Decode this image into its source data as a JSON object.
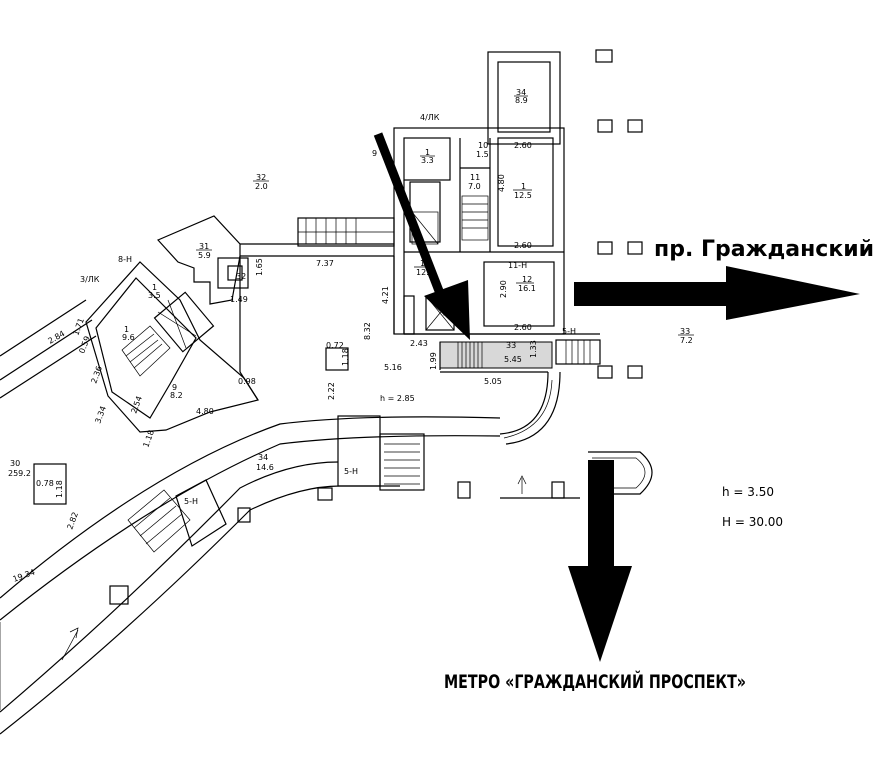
{
  "street_label": "пр. Гражданский",
  "metro_label": "МЕТРО «ГРАЖДАНСКИЙ ПРОСПЕКТ»",
  "heights": {
    "h_main": "h = 2.85",
    "h_right": "h  =  3.50",
    "H_right": "H  =  30.00"
  },
  "rooms": [
    {
      "id": "34",
      "area": "8.9"
    },
    {
      "id": "1",
      "area": "3.3"
    },
    {
      "id": "10",
      "area": "1.5"
    },
    {
      "id": "11",
      "area": "7.0"
    },
    {
      "id": "1",
      "area": "12.5"
    },
    {
      "id": "13",
      "area": "12.2"
    },
    {
      "id": "12",
      "area": "16.1"
    },
    {
      "id": "33",
      "area": "5.45"
    },
    {
      "id": "33",
      "area": "7.2"
    },
    {
      "id": "32",
      "area": "2.0"
    },
    {
      "id": "31",
      "area": "5.9"
    },
    {
      "id": "32",
      "area": ""
    },
    {
      "id": "1",
      "area": "3.5"
    },
    {
      "id": "1",
      "area": "9.6"
    },
    {
      "id": "9",
      "area": "8.2"
    },
    {
      "id": "30",
      "area": "259.2"
    },
    {
      "id": "34",
      "area": "14.6"
    }
  ],
  "room_codes": [
    "4/ЛК",
    "11-Н",
    "5-Н",
    "5-Н",
    "5-Н",
    "3/ЛК",
    "8-Н",
    "9"
  ],
  "dimensions": [
    "2.60",
    "4.80",
    "2.60",
    "2.90",
    "2.60",
    "7.37",
    "1.65",
    "1.49",
    "4.21",
    "8.32",
    "2.43",
    "1.33",
    "1.99",
    "5.05",
    "0.72",
    "1.18",
    "5.16",
    "2.22",
    "0.98",
    "4.80",
    "2.54",
    "3.34",
    "2.84",
    "1.71",
    "0.59",
    "2.36",
    "1.18",
    "0.78",
    "1.18",
    "2.82",
    "19.34"
  ]
}
